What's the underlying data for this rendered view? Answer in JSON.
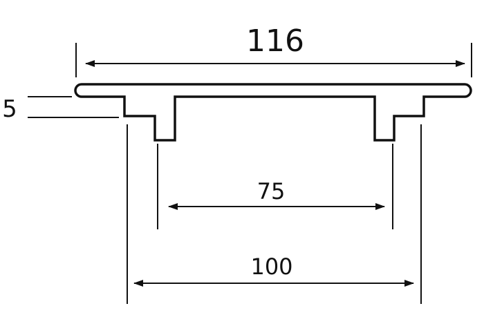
{
  "dimensions": {
    "overall_width": "116",
    "inner_width": "75",
    "base_width": "100",
    "flange_thickness": "5"
  },
  "colors": {
    "line": "#111111",
    "background": "#ffffff"
  }
}
